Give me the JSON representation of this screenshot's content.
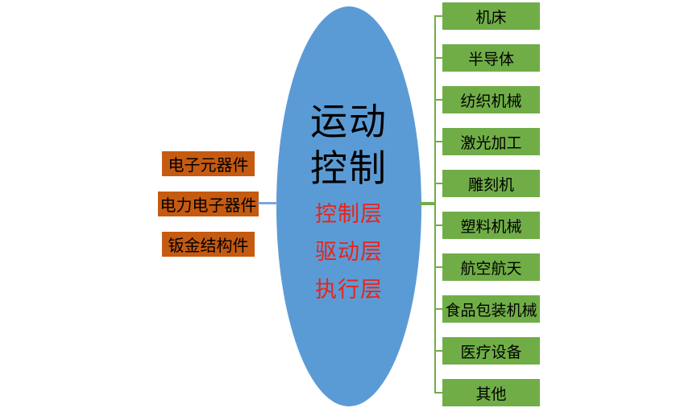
{
  "diagram": {
    "center_ellipse": {
      "title_lines": [
        "运动",
        "控制"
      ],
      "layer_labels": [
        "控制层",
        "驱动层",
        "执行层"
      ]
    },
    "left_boxes": [
      {
        "label": "电子元器件"
      },
      {
        "label": "电力电子器件"
      },
      {
        "label": "钣金结构件"
      }
    ],
    "right_boxes": [
      {
        "label": "机床"
      },
      {
        "label": "半导体"
      },
      {
        "label": "纺织机械"
      },
      {
        "label": "激光加工"
      },
      {
        "label": "雕刻机"
      },
      {
        "label": "塑料机械"
      },
      {
        "label": "航空航天"
      },
      {
        "label": "食品包装机械"
      },
      {
        "label": "医疗设备"
      },
      {
        "label": "其他"
      }
    ],
    "colors": {
      "ellipse_fill": "#5b9bd5",
      "left_box_fill": "#c55a11",
      "right_box_fill": "#70ad47",
      "right_connector": "#70ad47",
      "left_connector": "#7ea6d9",
      "title_text": "#000000",
      "layer_text": "#e8231a",
      "box_text": "#000000"
    }
  }
}
